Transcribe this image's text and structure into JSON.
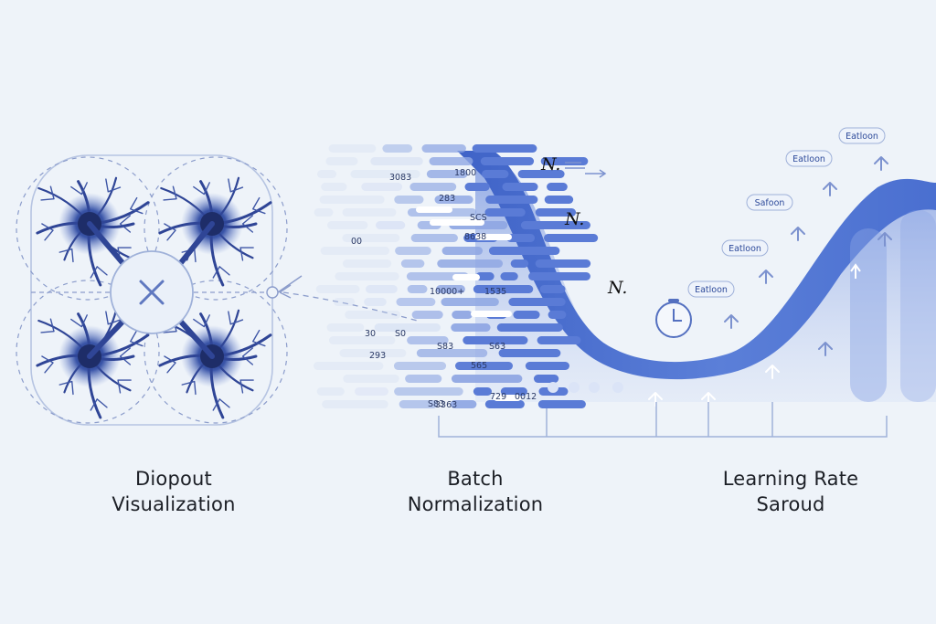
{
  "captions": {
    "dropout": [
      "Diopout",
      "Visualization"
    ],
    "batch": [
      "Batch",
      "Normalization"
    ],
    "learning_rate": [
      "Learning Rate",
      "Saroud"
    ]
  },
  "batch_values": [
    "3083",
    "1800",
    "283",
    "SCS",
    "8638",
    "00",
    "10000+",
    "1535",
    "30",
    "S0",
    "293",
    "S83",
    "S63",
    "565",
    "3363",
    "729",
    "0012",
    "S83"
  ],
  "symbols": [
    "N.",
    "N.",
    "N."
  ],
  "lr_tags": [
    "Eatloon",
    "Eatloon",
    "Safoon",
    "Eatloon",
    "Eatloon"
  ],
  "colors": {
    "background": "#eef3f9",
    "accent": "#4a6fd0",
    "accent_light": "#a9bde9",
    "neuron": "#2a3f88",
    "line": "#9fb1d9"
  },
  "icons": [
    "neuron-icon",
    "close-icon",
    "clock-icon",
    "up-arrow-icon",
    "right-arrow-icon"
  ]
}
